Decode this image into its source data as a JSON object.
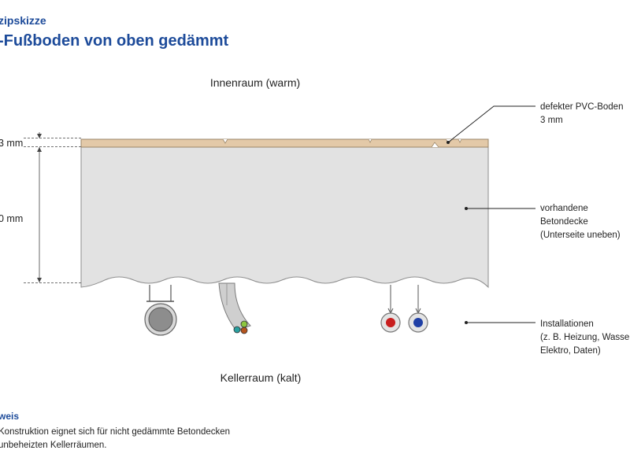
{
  "header": {
    "kicker": "zipskizze",
    "title": "-Fußboden von oben gedämmt"
  },
  "rooms": {
    "top": "Innenraum (warm)",
    "bottom": "Kellerraum (kalt)"
  },
  "dimensions": {
    "floor_thickness": "3 mm",
    "slab_thickness": "0 mm"
  },
  "callouts": {
    "pvc": [
      "defekter PVC-Boden",
      "3 mm"
    ],
    "slab": [
      "vorhandene",
      "Betondecke",
      "(Unterseite uneben)"
    ],
    "installations": [
      "Installationen",
      "(z. B. Heizung, Wasser,",
      "Elektro, Daten)"
    ]
  },
  "note": {
    "heading": "weis",
    "lines": [
      "Konstruktion eignet sich für nicht gedämmte Betondecken",
      "unbeheizten Kellerräumen."
    ]
  },
  "colors": {
    "accent": "#1d4b9a",
    "pvc_fill": "#e3c9a8",
    "concrete_fill": "#e2e2e2",
    "hot_pipe": "#c81e1e",
    "cold_pipe": "#1f3fa5"
  }
}
